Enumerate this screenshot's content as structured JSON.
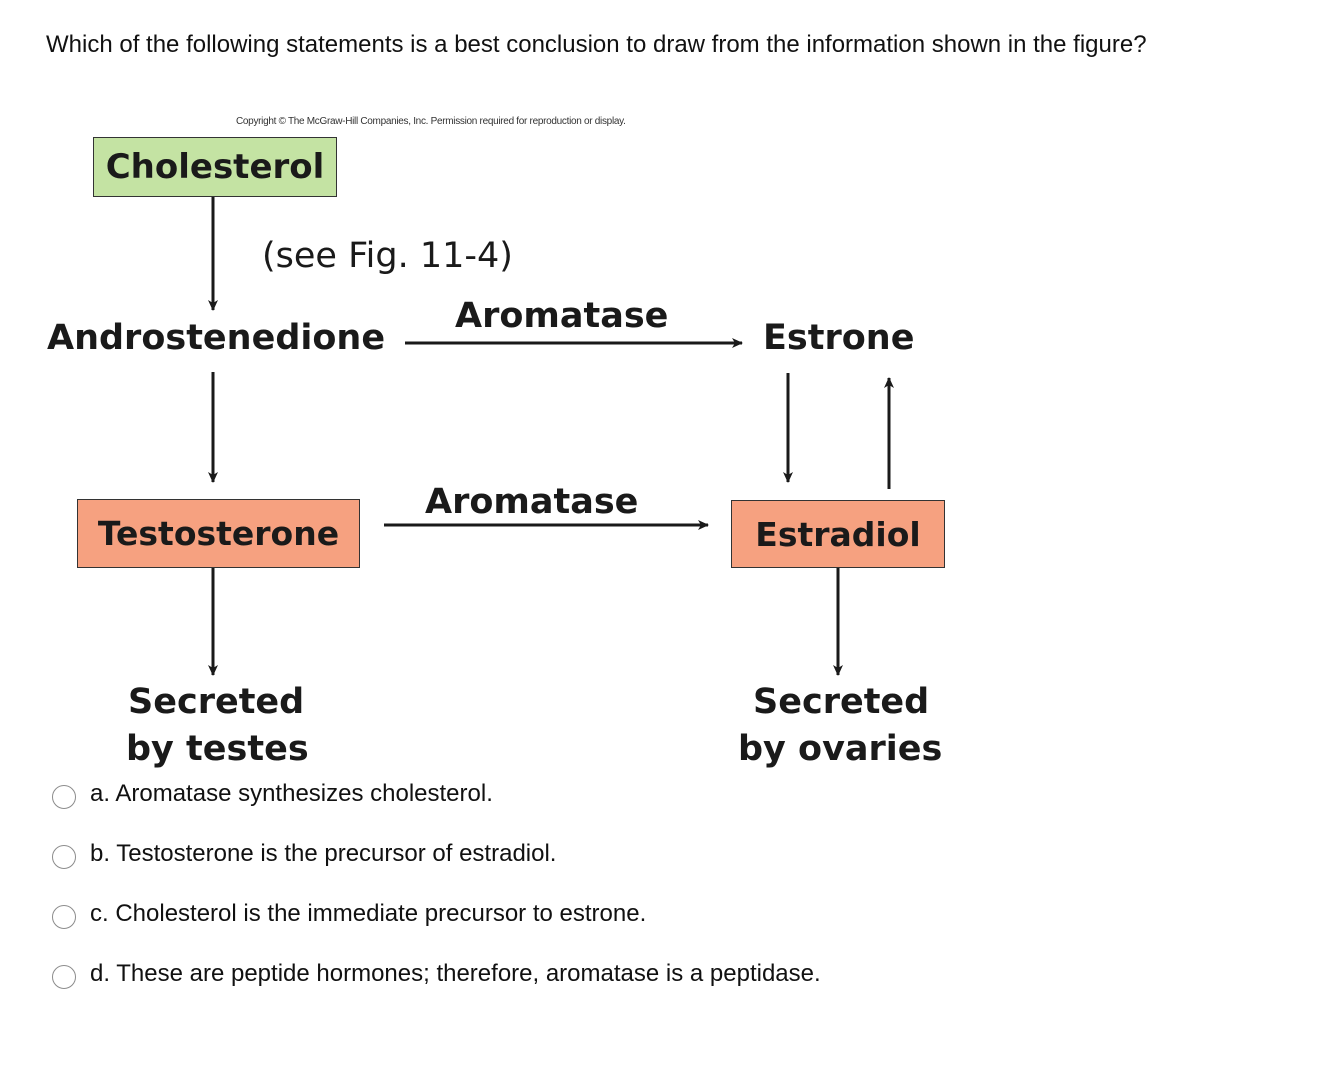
{
  "question": "Which of the following statements is a best conclusion to draw from the information shown in the figure?",
  "figure": {
    "copyright": "Copyright © The McGraw-Hill Companies, Inc. Permission required for reproduction or display.",
    "cholesterol": "Cholesterol",
    "see_fig": "(see Fig. 11-4)",
    "androstenedione": "Androstenedione",
    "aromatase_top": "Aromatase",
    "estrone": "Estrone",
    "testosterone": "Testosterone",
    "aromatase_bottom": "Aromatase",
    "estradiol": "Estradiol",
    "secreted_testes_line1": "Secreted",
    "secreted_testes_line2": "by testes",
    "secreted_ovaries_line1": "Secreted",
    "secreted_ovaries_line2": "by ovaries",
    "colors": {
      "cholesterol_fill": "#c4e3a3",
      "testosterone_fill": "#f6a180",
      "estradiol_fill": "#f6a180"
    }
  },
  "options": [
    {
      "label": "a. Aromatase synthesizes cholesterol.",
      "selected": false
    },
    {
      "label": "b. Testosterone is the precursor of estradiol.",
      "selected": false
    },
    {
      "label": "c. Cholesterol is the immediate precursor to estrone.",
      "selected": false
    },
    {
      "label": "d. These are peptide hormones; therefore, aromatase is a peptidase.",
      "selected": false
    }
  ]
}
